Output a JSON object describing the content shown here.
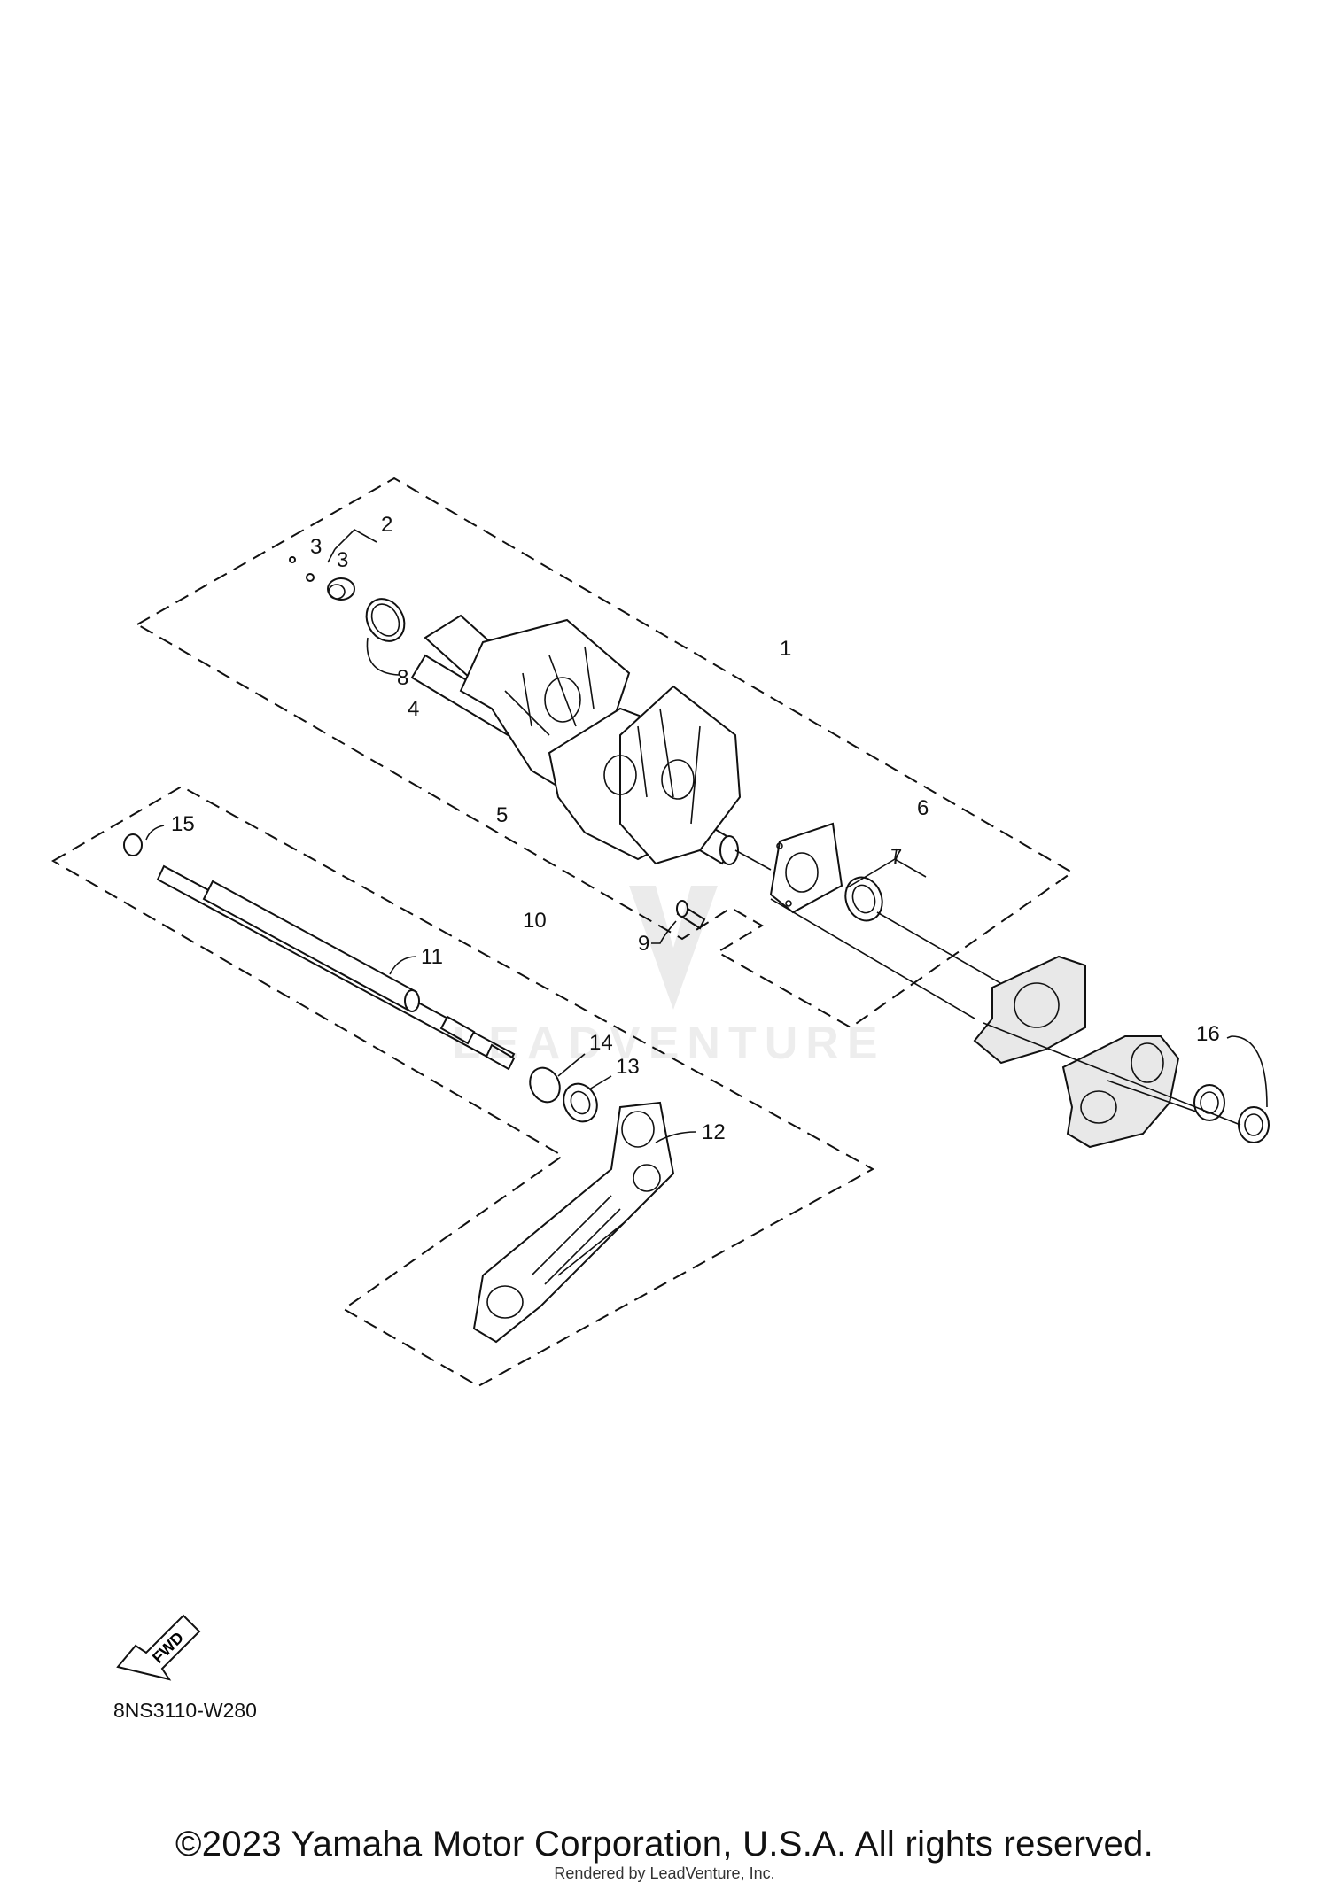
{
  "callouts": [
    {
      "id": "1",
      "label": "1"
    },
    {
      "id": "2",
      "label": "2"
    },
    {
      "id": "3a",
      "label": "3"
    },
    {
      "id": "3b",
      "label": "3"
    },
    {
      "id": "4",
      "label": "4"
    },
    {
      "id": "5",
      "label": "5"
    },
    {
      "id": "6",
      "label": "6"
    },
    {
      "id": "7",
      "label": "7"
    },
    {
      "id": "8",
      "label": "8"
    },
    {
      "id": "9",
      "label": "9"
    },
    {
      "id": "10",
      "label": "10"
    },
    {
      "id": "11",
      "label": "11"
    },
    {
      "id": "12",
      "label": "12"
    },
    {
      "id": "13",
      "label": "13"
    },
    {
      "id": "14",
      "label": "14"
    },
    {
      "id": "15",
      "label": "15"
    },
    {
      "id": "16",
      "label": "16"
    }
  ],
  "fwd_label": "FWD",
  "figure_code": "8NS3110-W280",
  "copyright": "©2023 Yamaha Motor Corporation, U.S.A. All rights reserved.",
  "rendered_by": "Rendered by LeadVenture, Inc.",
  "watermark": "LEADVENTURE"
}
